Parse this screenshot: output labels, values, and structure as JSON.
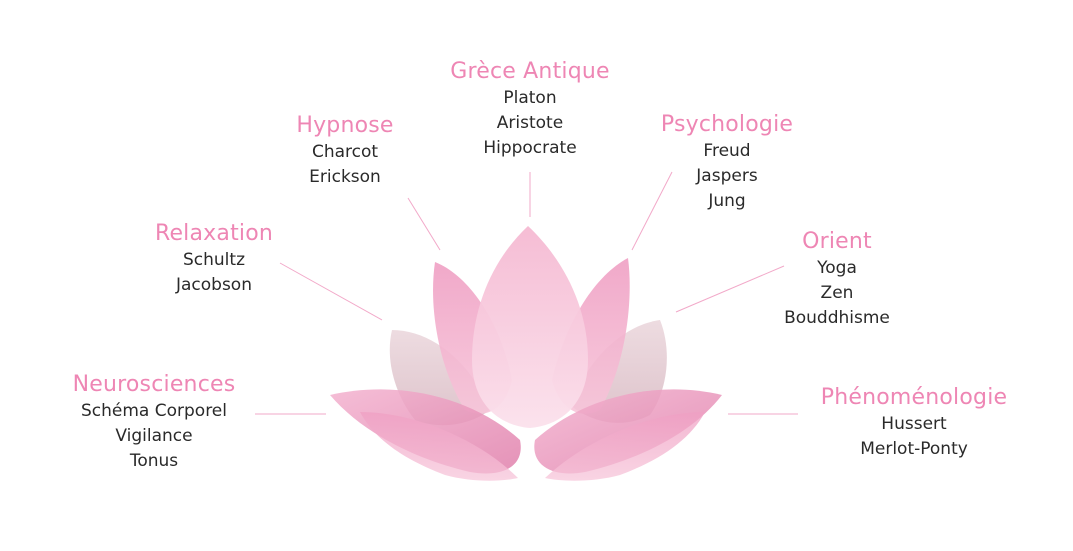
{
  "colors": {
    "title": "#ee86b4",
    "text": "#2a2a2a",
    "connector": "#f2a9c9",
    "petal_light": "#f7c9db",
    "petal_mid": "#f1a8c8",
    "petal_dark": "#e98cb5",
    "petal_grey": "#dcc0c8"
  },
  "groups": [
    {
      "id": "grece-antique",
      "title": "Grèce Antique",
      "items": [
        "Platon",
        "Aristote",
        "Hippocrate"
      ]
    },
    {
      "id": "hypnose",
      "title": "Hypnose",
      "items": [
        "Charcot",
        "Erickson"
      ]
    },
    {
      "id": "psychologie",
      "title": "Psychologie",
      "items": [
        "Freud",
        "Jaspers",
        "Jung"
      ]
    },
    {
      "id": "relaxation",
      "title": "Relaxation",
      "items": [
        "Schultz",
        "Jacobson"
      ]
    },
    {
      "id": "orient",
      "title": "Orient",
      "items": [
        "Yoga",
        "Zen",
        "Bouddhisme"
      ]
    },
    {
      "id": "neurosciences",
      "title": "Neurosciences",
      "items": [
        "Schéma Corporel",
        "Vigilance",
        "Tonus"
      ]
    },
    {
      "id": "phenomenologie",
      "title": "Phénoménologie",
      "items": [
        "Hussert",
        "Merlot-Ponty"
      ]
    }
  ]
}
